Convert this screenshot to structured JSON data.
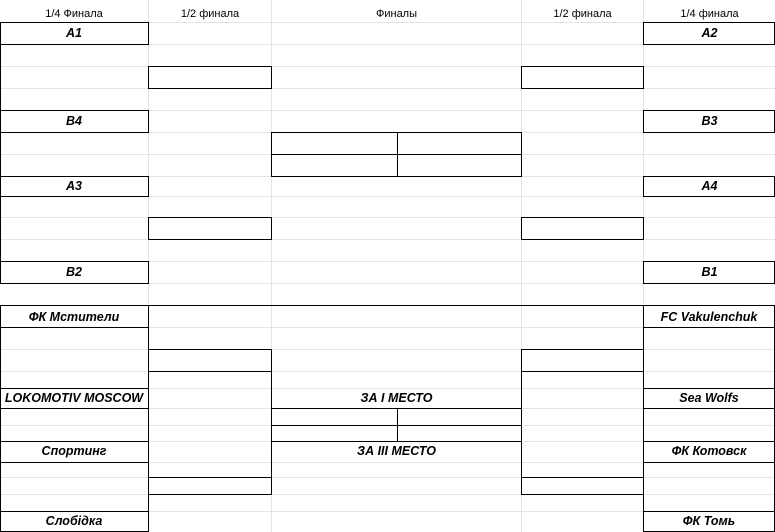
{
  "headers": {
    "qf_left": "1/4 Финала",
    "sf_left": "1/2 финала",
    "final": "Финалы",
    "sf_right": "1/2 финала",
    "qf_right": "1/4 финала"
  },
  "group_bracket": {
    "left_slots": [
      "A1",
      "B4",
      "A3",
      "B2"
    ],
    "right_slots": [
      "A2",
      "B3",
      "A4",
      "B1"
    ]
  },
  "playoff_bracket": {
    "left_teams": [
      "ФК Мстители",
      "LOKOMOTIV MOSCOW",
      "Спортинг",
      "Слобідка"
    ],
    "right_teams": [
      "FC Vakulenchuk",
      "Sea Wolfs",
      "ФК Котовск",
      "ФК Томь"
    ],
    "final_label": "ЗА I МЕСТО",
    "third_place_label": "ЗА III МЕСТО"
  }
}
